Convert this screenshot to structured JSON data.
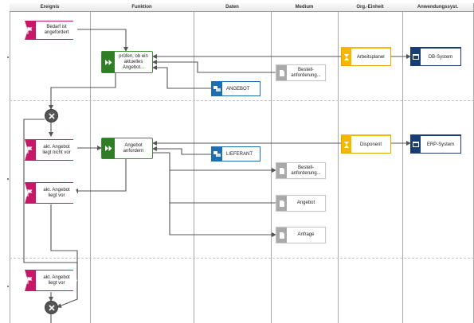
{
  "headers": {
    "ereignis": "Ereignis",
    "funktion": "Funktion",
    "daten": "Daten",
    "medium": "Medium",
    "org": "Org.-Einheit",
    "system": "Anwendungssyst."
  },
  "events": {
    "bedarf": "Bedarf ist angefordert",
    "nicht_vor": "akt. Angebot liegt nicht vor",
    "vor1": "akt. Angebot liegt vor",
    "vor2": "akt. Angebot liegt vor"
  },
  "functions": {
    "pruefen": "prüfen, ob ein aktuelles Angebot...",
    "anfordern": "Angebot anfordern"
  },
  "data_objects": {
    "angebot": "ANGEBOT",
    "lieferant": "LIEFERANT"
  },
  "documents": {
    "bestell1": "Bestell-anforderung...",
    "bestell2": "Bestell-anforderung...",
    "angebot": "Angebot",
    "anfrage": "Anfrage"
  },
  "org_units": {
    "arbeitsplaner": "Arbeitsplaner",
    "disponent": "Disponent"
  },
  "systems": {
    "db": "DB-System",
    "erp": "ERP-System"
  },
  "icons": {
    "event": "flag-icon",
    "function": "double-chevron-icon",
    "document": "document-icon",
    "data": "database-entity-icon",
    "org": "person-icon",
    "system": "application-window-icon",
    "xor": "xor-connector-icon"
  },
  "colors": {
    "event": "#c71868",
    "function": "#2f7d25",
    "document": "#a9a9a9",
    "data": "#1f6fb0",
    "org": "#f4b800",
    "system": "#173d73",
    "connector": "#555555"
  }
}
